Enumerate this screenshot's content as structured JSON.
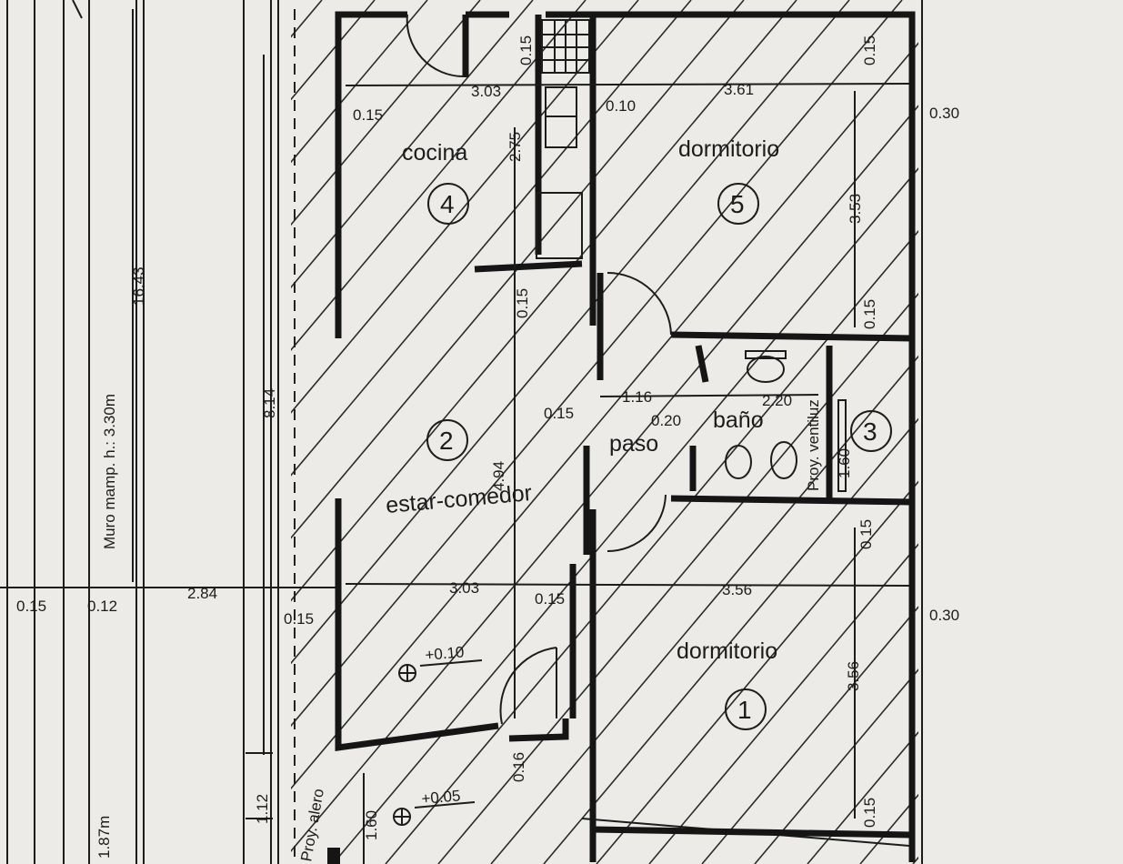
{
  "rooms": {
    "cocina": "cocina",
    "dormitorio_top": "dormitorio",
    "estar": "estar-comedor",
    "paso": "paso",
    "bano": "baño",
    "dormitorio_bottom": "dormitorio"
  },
  "room_numbers": {
    "n4": "4",
    "n5": "5",
    "n2": "2",
    "n3": "3",
    "n1": "1"
  },
  "dimensions": {
    "d_303_top": "3.03",
    "d_361": "3.61",
    "d_030_top": "0.30",
    "d_015_cocina": "0.15",
    "d_015_v_top": "0.15",
    "d_010": "0.10",
    "d_275": "2.75",
    "d_015_dorm_tr": "0.15",
    "d_353": "3.53",
    "d_015_dorm_br": "0.15",
    "d_015_mid": "0.15",
    "d_116": "1.16",
    "d_220": "2.20",
    "d_015_paso": "0.15",
    "d_020": "0.20",
    "d_494": "4.94",
    "d_814": "8.14",
    "d_1643": "16.43",
    "d_160_bano": "1.60",
    "d_015_b1": "0.15",
    "d_284": "2.84",
    "d_015_left": "0.15",
    "d_012": "0.12",
    "d_015_estar": "0.15",
    "d_303_bottom": "3.03",
    "d_015_part": "0.15",
    "d_356_h": "3.56",
    "d_030_bottom": "0.30",
    "d_356_v": "3.56",
    "d_016": "0.16",
    "d_015_b2": "0.15",
    "d_112": "1.12",
    "d_160_bottom": "1.60",
    "d_187": "1.87m"
  },
  "levels": {
    "l1": "+0.10",
    "l2": "+0.05"
  },
  "annotations": {
    "muro": "Muro mamp. h.: 3.30m",
    "ventiluz": "Proy. ventiluz",
    "alero": "Proy. alero"
  }
}
